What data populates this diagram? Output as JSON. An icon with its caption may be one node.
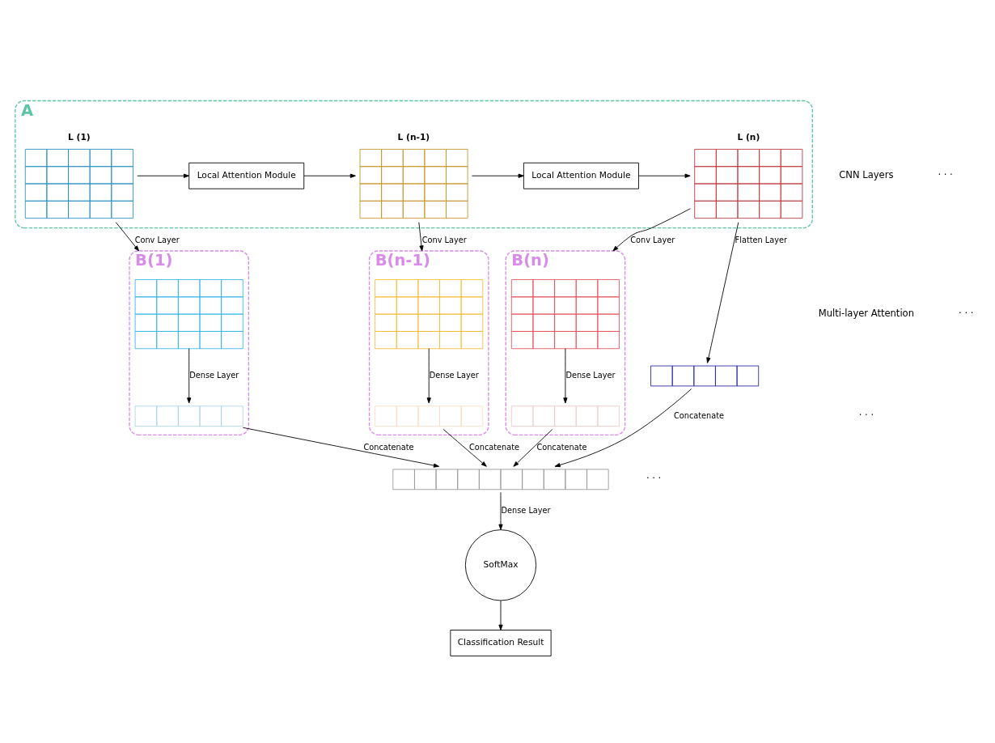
{
  "diagram": {
    "nodes": [
      {
        "text": [
          "A"
        ]
      },
      {
        "text": [
          "L (1)"
        ],
        "in": 0
      },
      {
        "text": [
          "Local Attention Module"
        ],
        "in": 0
      },
      {
        "text": [
          "L (n-1)"
        ],
        "in": 0
      },
      {
        "text": [
          "Local Attention Module"
        ],
        "in": 0
      },
      {
        "text": [
          "L (n)"
        ],
        "in": 0
      },
      {
        "text": [
          "B(1)"
        ]
      },
      {
        "text": [],
        "shape": "box",
        "in": 6
      },
      {
        "text": [],
        "shape": "bar",
        "in": 6
      },
      {
        "text": [
          "B(n-1)"
        ]
      },
      {
        "text": [],
        "shape": "box",
        "in": 9
      },
      {
        "text": [],
        "shape": "bar",
        "in": 9
      },
      {
        "text": [
          "B(n)"
        ]
      },
      {
        "text": [],
        "shape": "box",
        "in": 12
      },
      {
        "text": [],
        "shape": "bar",
        "in": 12
      },
      {
        "text": [],
        "shape": "bar"
      },
      {
        "text": [],
        "shape": "bar"
      },
      {
        "text": [
          "SoftMax"
        ]
      },
      {
        "text": [
          "Classification Result"
        ]
      }
    ],
    "edges": [
      {
        "from": 1,
        "to": 2,
        "arrow": "to"
      },
      {
        "from": 2,
        "to": 3,
        "arrow": "to"
      },
      {
        "from": 3,
        "to": 4,
        "arrow": "to"
      },
      {
        "from": 4,
        "to": 5,
        "arrow": "to"
      },
      {
        "from": 1,
        "to": 7,
        "arrow": "to",
        "label": "Conv Layer"
      },
      {
        "from": 3,
        "to": 10,
        "arrow": "to",
        "label": "Conv Layer"
      },
      {
        "from": 5,
        "to": 13,
        "arrow": "to",
        "label": "Conv Layer"
      },
      {
        "from": 5,
        "to": 15,
        "arrow": "to",
        "label": "Flatten Layer"
      },
      {
        "from": 7,
        "to": 8,
        "arrow": "to",
        "label": "Dense Layer"
      },
      {
        "from": 10,
        "to": 11,
        "arrow": "to",
        "label": "Dense Layer"
      },
      {
        "from": 13,
        "to": 14,
        "arrow": "to",
        "label": "Dense Layer"
      },
      {
        "from": 8,
        "to": 16,
        "arrow": "to",
        "label": "Concatenate"
      },
      {
        "from": 11,
        "to": 16,
        "arrow": "to",
        "label": "Concatenate"
      },
      {
        "from": 14,
        "to": 16,
        "arrow": "to",
        "label": "Concatenate"
      },
      {
        "from": 15,
        "to": 16,
        "arrow": "to",
        "label": "Concatenate"
      },
      {
        "from": 16,
        "to": 17,
        "arrow": "to",
        "label": "Dense Layer"
      },
      {
        "from": 17,
        "to": 18,
        "arrow": "to"
      }
    ],
    "labels": [
      "CNN Layers",
      "· · ·",
      "Multi-layer Attention",
      "· · ·",
      "· · ·",
      "· · ·"
    ]
  }
}
